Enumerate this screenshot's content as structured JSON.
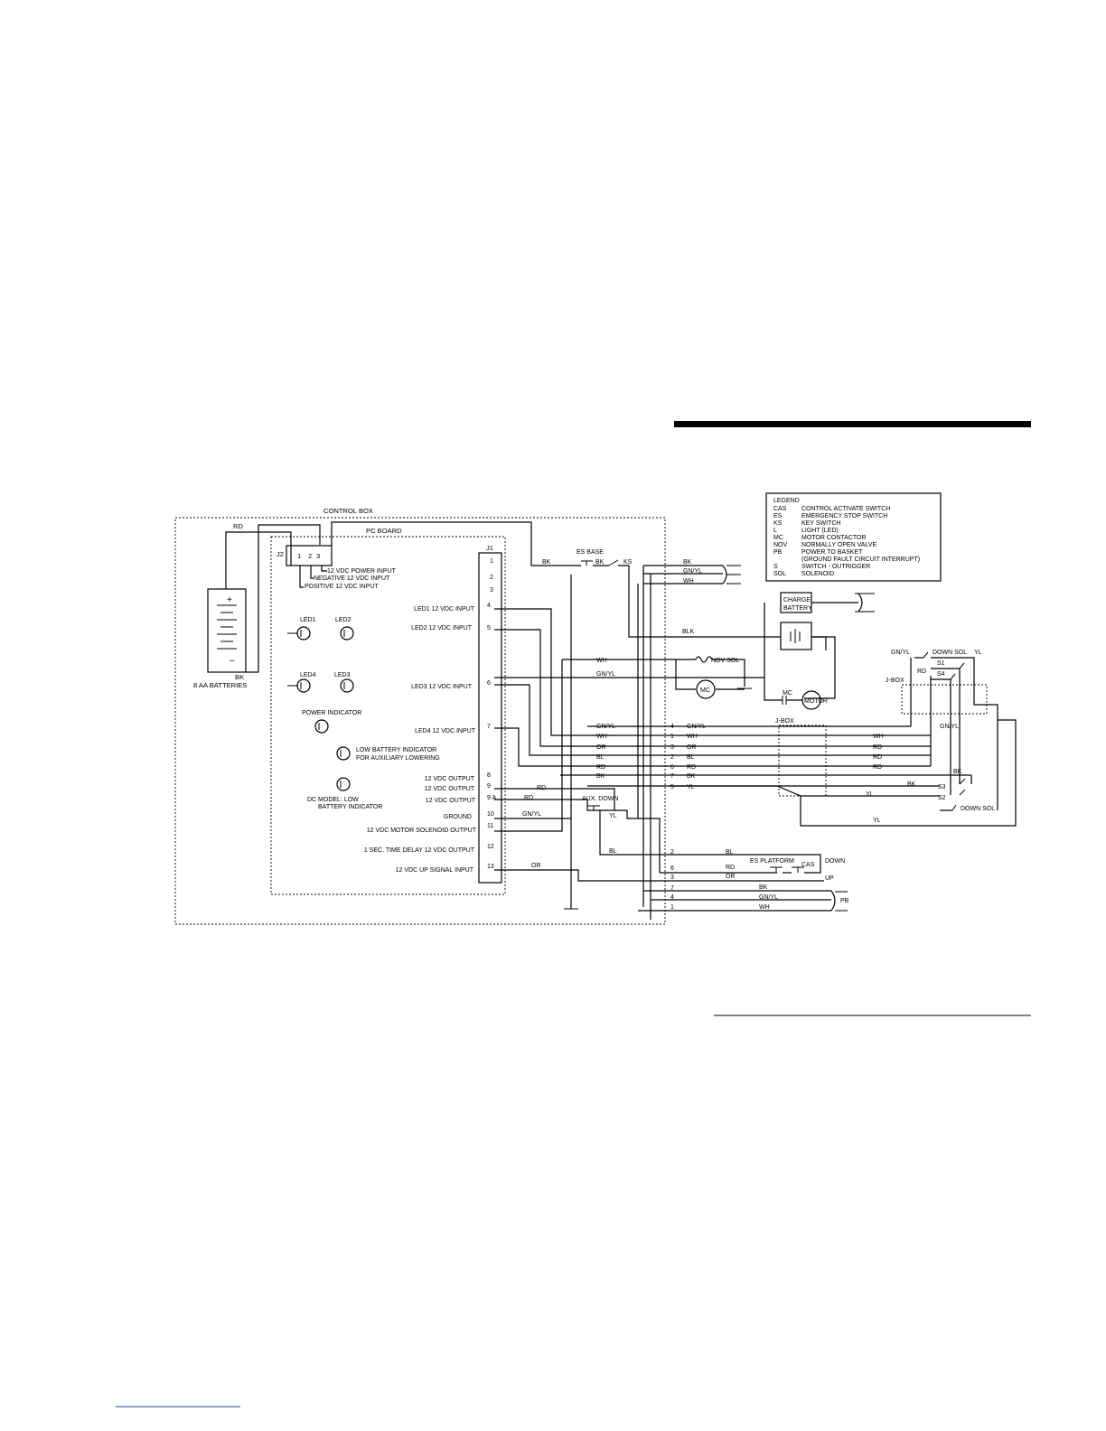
{
  "title_bar_color": "#000000",
  "control_box": {
    "label": "CONTROL BOX"
  },
  "pc_board": {
    "label": "PC BOARD"
  },
  "batteries": {
    "label": "8 AA BATTERIES",
    "plus": "+",
    "minus": "–",
    "rd": "RD",
    "bk": "BK"
  },
  "j2": {
    "label": "J2",
    "pins": [
      "1",
      "2",
      "3"
    ],
    "pin_labels": [
      "12 VDC POWER INPUT",
      "NEGATIVE 12 VDC INPUT",
      "POSITIVE 12 VDC INPUT"
    ]
  },
  "leds": [
    "LED1",
    "LED2",
    "LED4",
    "LED3"
  ],
  "indicators": {
    "power": "POWER INDICATOR",
    "low_battery_1": "LOW BATTERY INDICATOR",
    "low_battery_2": "FOR AUXILIARY LOWERING",
    "dc_model_1": "DC MODEL: LOW",
    "dc_model_2": "BATTERY INDICATOR"
  },
  "j1": {
    "label": "J1",
    "pins": [
      "1",
      "2",
      "3",
      "4",
      "5",
      "6",
      "7",
      "8",
      "9",
      "9 A",
      "10",
      "11",
      "12",
      "13"
    ],
    "inputs": [
      "LED1 12 VDC INPUT",
      "LED2 12 VDC INPUT",
      "LED3 12 VDC INPUT",
      "LED4 12 VDC INPUT",
      "12 VDC OUTPUT",
      "12 VDC OUTPUT",
      "12 VDC OUTPUT",
      "GROUND",
      "12 VDC MOTOR SOLENOID OUTPUT",
      "1 SEC. TIME DELAY 12 VDC OUTPUT",
      "12 VDC UP SIGNAL INPUT"
    ]
  },
  "wires": {
    "bk": "BK",
    "gnyl": "GN/YL",
    "wh": "WH",
    "or": "OR",
    "bl": "BL",
    "rd": "RD",
    "yl": "YL",
    "blk": "BLK"
  },
  "components": {
    "es_base": "ES BASE",
    "ks": "KS",
    "aux_down": "AUX. DOWN",
    "nov_sol": "NOV SOL",
    "mc": "MC",
    "motor": "MOTOR",
    "charge_1": "CHARGE",
    "charge_2": "BATTERY",
    "jbox": "J-BOX",
    "down_sol": "DOWN SOL",
    "s1": "S1",
    "s2": "S2",
    "s3": "S3",
    "s4": "S4",
    "es_platform": "ES PLATFORM",
    "cas": "CAS",
    "down": "DOWN",
    "up": "UP",
    "pb": "PB"
  },
  "harness_numbers": [
    "4",
    "1",
    "3",
    "2",
    "6",
    "7",
    "5"
  ],
  "harness_lower_numbers": [
    "2",
    "6",
    "3",
    "7",
    "4",
    "1"
  ],
  "legend": {
    "title": "LEGEND",
    "items": [
      {
        "abbr": "CAS",
        "text": "CONTROL ACTIVATE SWITCH"
      },
      {
        "abbr": "ES",
        "text": "EMERGENCY STOP SWITCH"
      },
      {
        "abbr": "KS",
        "text": "KEY SWITCH"
      },
      {
        "abbr": "L",
        "text": "LIGHT (LED)"
      },
      {
        "abbr": "MC",
        "text": "MOTOR CONTACTOR"
      },
      {
        "abbr": "NOV",
        "text": "NORMALLY OPEN VALVE"
      },
      {
        "abbr": "PB",
        "text": "POWER TO BASKET"
      },
      {
        "abbr": "",
        "text": "(GROUND FAULT CIRCUIT INTERRUPT)"
      },
      {
        "abbr": "S",
        "text": "SWITCH - OUTRIGGER"
      },
      {
        "abbr": "SOL",
        "text": "SOLENOID"
      }
    ]
  }
}
